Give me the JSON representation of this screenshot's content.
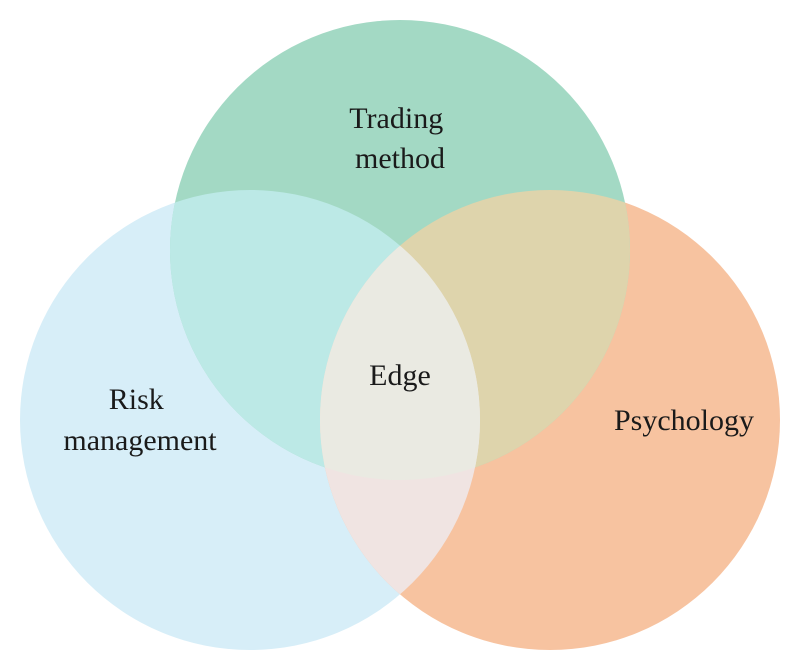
{
  "diagram": {
    "sets": [
      {
        "id": "trading",
        "label_lines": [
          "Trading",
          "method"
        ],
        "color": "#A3D9C4"
      },
      {
        "id": "risk",
        "label_lines": [
          "Risk",
          "management"
        ],
        "color": "#D7EEF8"
      },
      {
        "id": "psych",
        "label_lines": [
          "Psychology"
        ],
        "color": "#F7C3A0"
      }
    ],
    "intersections": [
      {
        "id": "trading-risk",
        "color": "#BCE9E6"
      },
      {
        "id": "trading-psych",
        "color": "#DED4AC"
      },
      {
        "id": "risk-psych",
        "color": "#F0E4E2"
      },
      {
        "id": "all",
        "color": "#EAEAE2"
      }
    ],
    "center_label": "Edge"
  }
}
